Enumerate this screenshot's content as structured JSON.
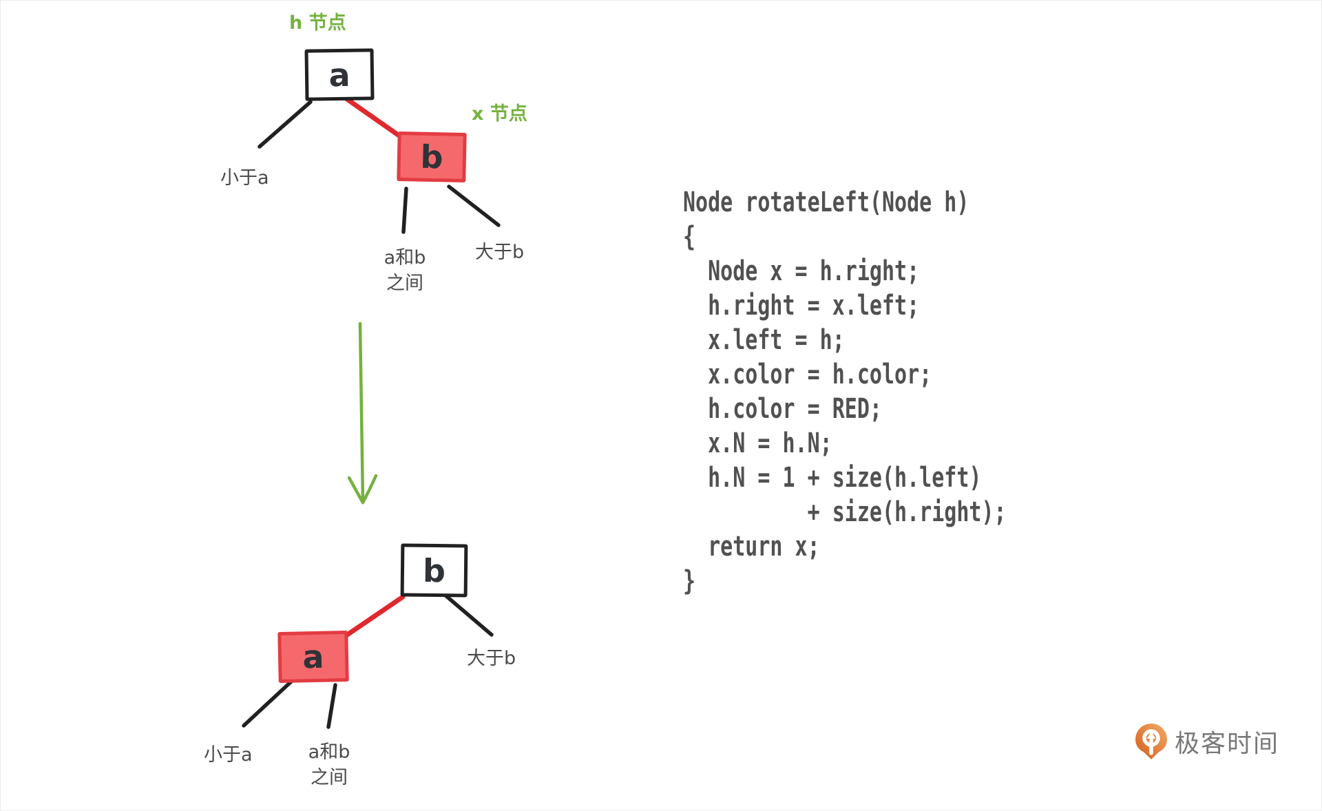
{
  "diagram_before": {
    "h_node_label": "h 节点",
    "x_node_label": "x 节点",
    "node_a_text": "a",
    "node_b_text": "b",
    "less_than_a": "小于a",
    "between_a_b": [
      "a和b",
      "之间"
    ],
    "greater_than_b": "大于b"
  },
  "diagram_after": {
    "node_a_text": "a",
    "node_b_text": "b",
    "less_than_a": "小于a",
    "between_a_b": [
      "a和b",
      "之间"
    ],
    "greater_than_b": "大于b"
  },
  "code": {
    "lines": [
      "Node rotateLeft(Node h)",
      "{",
      "  Node x = h.right;",
      "  h.right = x.left;",
      "  x.left = h;",
      "  x.color = h.color;",
      "  h.color = RED;",
      "  x.N = h.N;",
      "  h.N = 1 + size(h.left)",
      "          + size(h.right);",
      "  return x;",
      "}"
    ]
  },
  "logo": {
    "brand_text": "极客时间",
    "icon": "geek-time-pin-icon"
  },
  "colors": {
    "green_accent": "#75b13f",
    "red_node_fill": "#f5696d",
    "red_node_border": "#e23c42",
    "red_edge": "#e0282e",
    "black_edge": "#212121",
    "label_gray": "#4a4a4a",
    "code_gray": "#515151",
    "logo_orange": "#e07b39",
    "logo_text_gray": "#787878"
  }
}
